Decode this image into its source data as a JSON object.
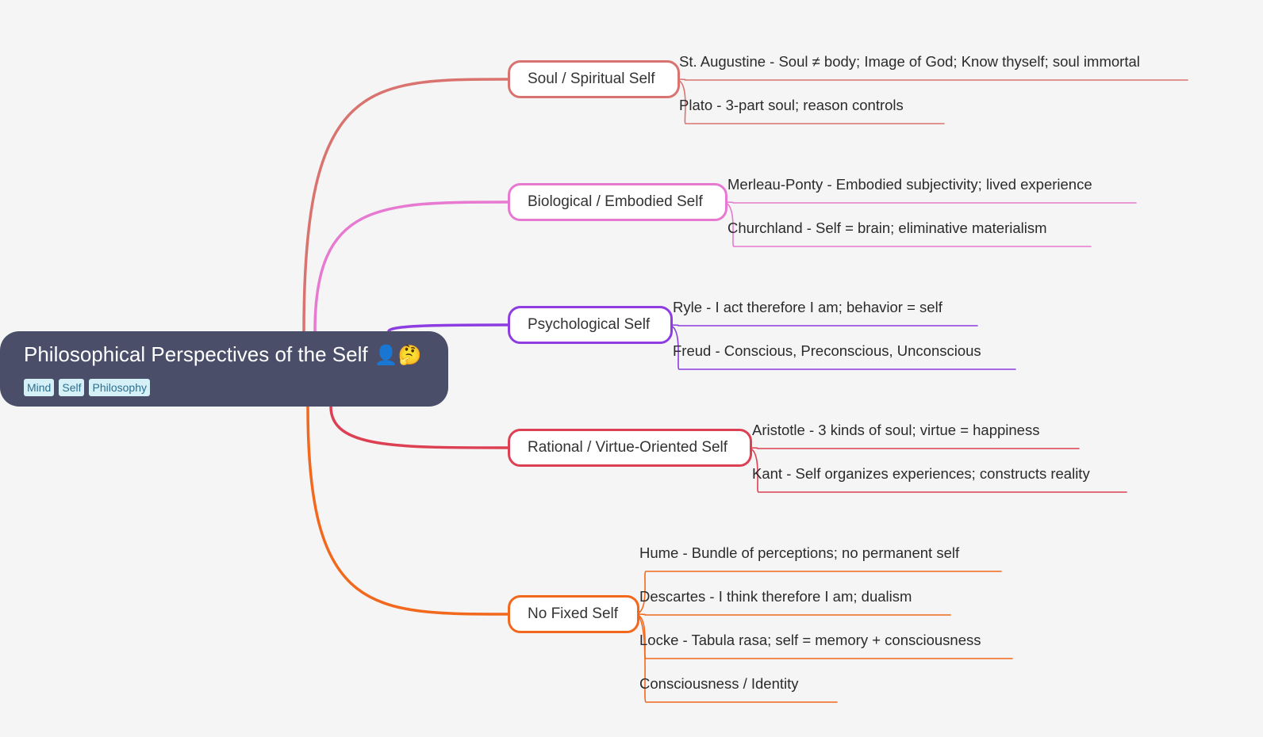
{
  "root": {
    "title": "Philosophical Perspectives of the Self",
    "emoji": "👤🤔",
    "tags": [
      "Mind",
      "Self",
      "Philosophy"
    ]
  },
  "topics": [
    {
      "label": "Soul / Spiritual Self",
      "color": "#d9736f",
      "children": [
        "St. Augustine - Soul ≠ body; Image of God; Know thyself; soul immortal",
        "Plato - 3-part soul; reason controls"
      ]
    },
    {
      "label": "Biological / Embodied Self",
      "color": "#e779d1",
      "children": [
        "Merleau-Ponty - Embodied subjectivity; lived experience",
        "Churchland - Self = brain; eliminative materialism"
      ]
    },
    {
      "label": "Psychological Self",
      "color": "#8d3de0",
      "children": [
        "Ryle - I act therefore I am; behavior = self",
        "Freud - Conscious, Preconscious, Unconscious"
      ]
    },
    {
      "label": "Rational / Virtue-Oriented Self",
      "color": "#dc4052",
      "children": [
        "Aristotle - 3 kinds of soul; virtue = happiness",
        "Kant - Self organizes experiences; constructs reality"
      ]
    },
    {
      "label": "No Fixed Self",
      "color": "#f2681c",
      "children": [
        "Hume - Bundle of perceptions; no permanent self",
        "Descartes - I think therefore I am; dualism",
        "Locke - Tabula rasa; self = memory + consciousness",
        "Consciousness / Identity"
      ]
    }
  ]
}
